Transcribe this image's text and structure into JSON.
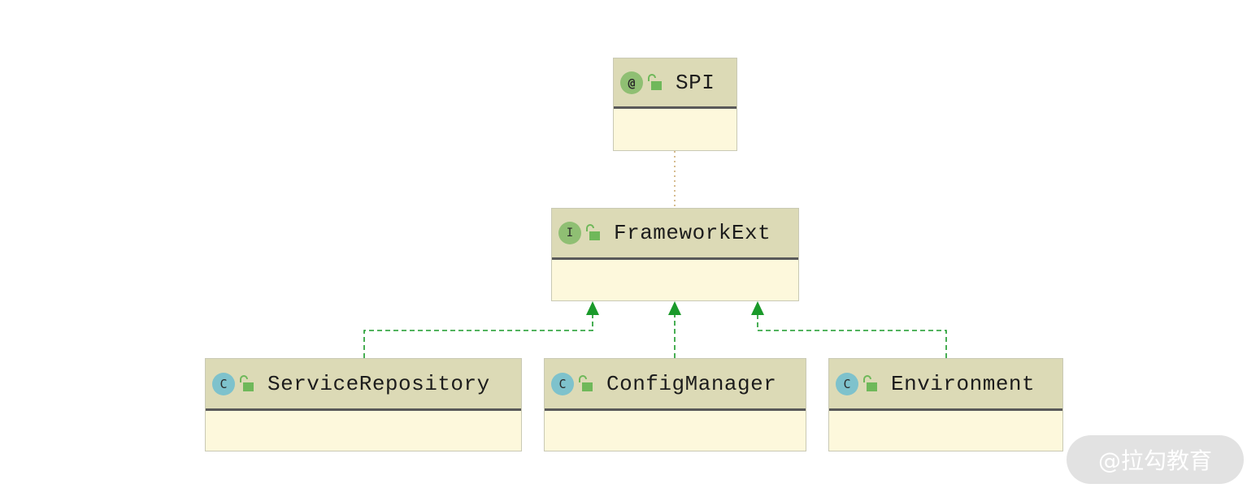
{
  "nodes": {
    "spi": {
      "name": "SPI",
      "badge": "@",
      "kind": "annotation"
    },
    "framework_ext": {
      "name": "FrameworkExt",
      "badge": "I",
      "kind": "interface"
    },
    "service_repository": {
      "name": "ServiceRepository",
      "badge": "C",
      "kind": "class"
    },
    "config_manager": {
      "name": "ConfigManager",
      "badge": "C",
      "kind": "class"
    },
    "environment": {
      "name": "Environment",
      "badge": "C",
      "kind": "class"
    }
  },
  "watermark": "@拉勾教育",
  "colors": {
    "header": "#dcdab6",
    "body": "#fdf8dc",
    "implements_edge": "#1a9a2a",
    "annotation_edge": "#c9a66b",
    "class_badge": "#7ec2cc",
    "interface_badge": "#8fbf73"
  }
}
